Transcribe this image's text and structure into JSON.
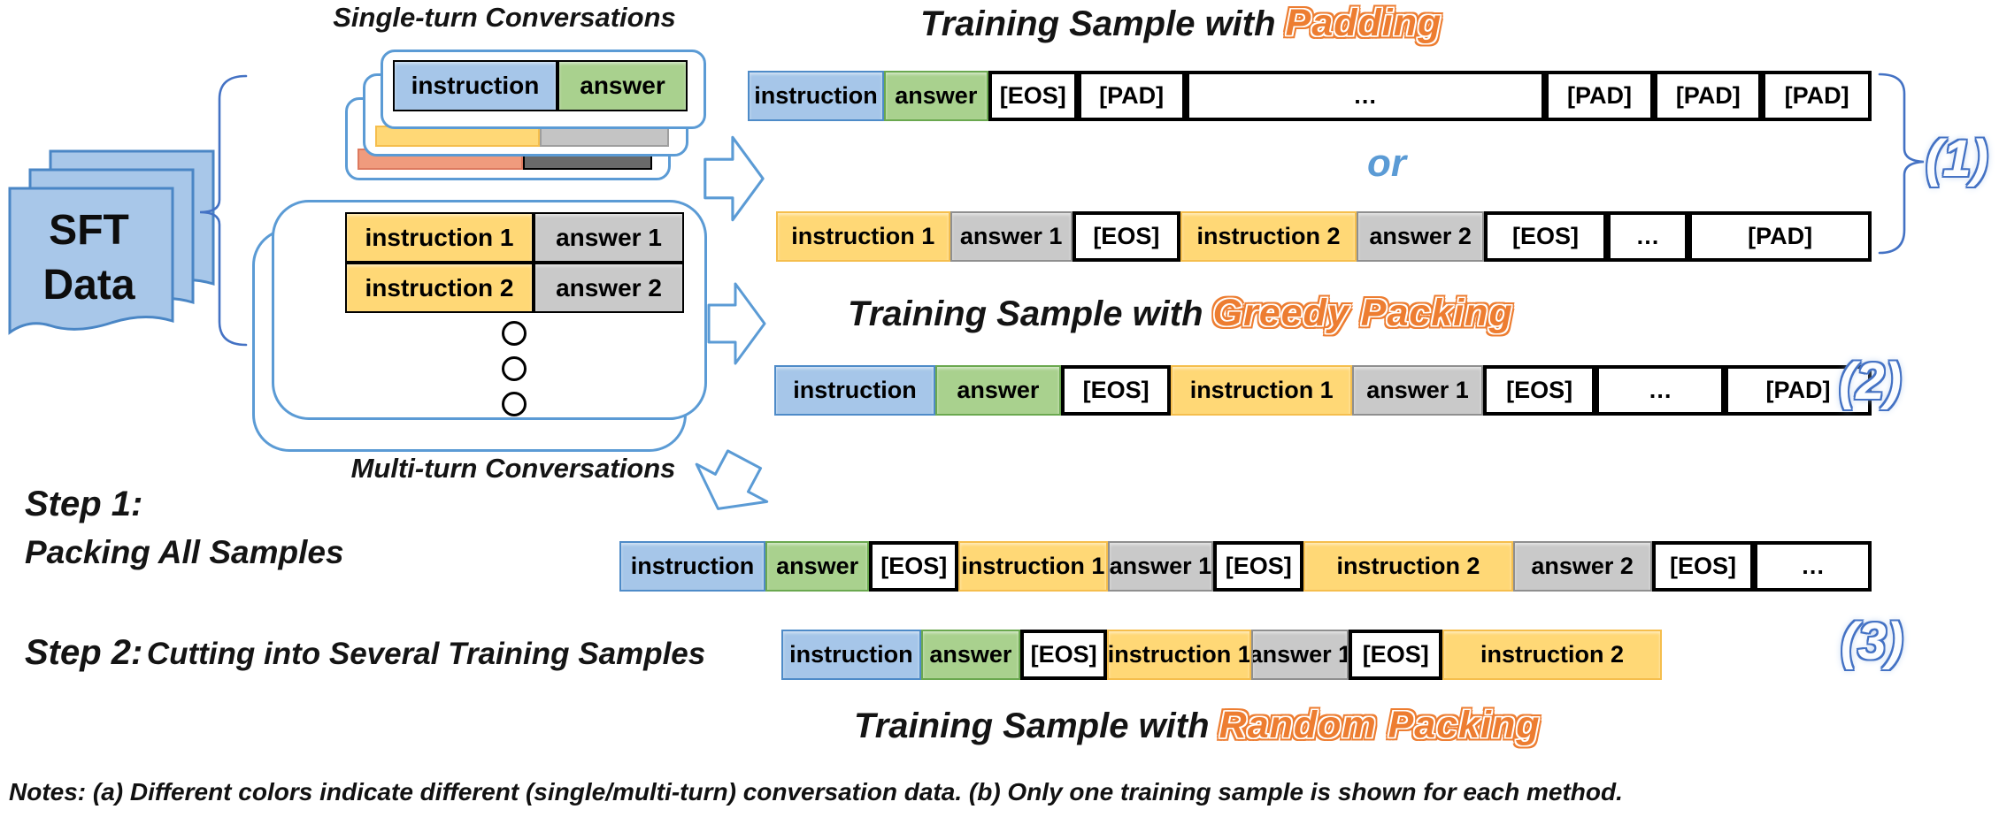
{
  "labels": {
    "single_turn": "Single-turn Conversations",
    "multi_turn": "Multi-turn Conversations",
    "sft_line1": "SFT",
    "sft_line2": "Data",
    "or_word": "or",
    "step1_title": "Step 1:",
    "step1_sub": "Packing All Samples",
    "step2_title": "Step 2:",
    "step2_sub": "Cutting into Several Training Samples",
    "notes": "Notes:  (a) Different colors indicate different (single/multi-turn) conversation data.  (b) Only one training sample is shown for each method."
  },
  "titles": {
    "padding": {
      "prefix": "Training Sample with",
      "highlight": "Padding"
    },
    "greedy": {
      "prefix": "Training Sample with",
      "highlight": "Greedy Packing"
    },
    "random": {
      "prefix": "Training Sample with",
      "highlight": "Random Packing"
    }
  },
  "markers": {
    "m1": "(1)",
    "m2": "(2)",
    "m3": "(3)"
  },
  "single_turn_card": {
    "instruction": "instruction",
    "answer": "answer"
  },
  "multi_turn_card": {
    "rows": [
      {
        "instruction": "instruction 1",
        "answer": "answer 1"
      },
      {
        "instruction": "instruction 2",
        "answer": "answer 2"
      }
    ]
  },
  "rows": {
    "padding_single": [
      {
        "label": "instruction",
        "type": "blue",
        "flex": 1.45
      },
      {
        "label": "answer",
        "type": "green",
        "flex": 1.1
      },
      {
        "label": "[EOS]",
        "type": "token",
        "flex": 0.9
      },
      {
        "label": "[PAD]",
        "type": "token",
        "flex": 1.1
      },
      {
        "label": "…",
        "type": "token",
        "flex": 3.85
      },
      {
        "label": "[PAD]",
        "type": "token",
        "flex": 1.12
      },
      {
        "label": "[PAD]",
        "type": "token",
        "flex": 1.1
      },
      {
        "label": "[PAD]",
        "type": "token",
        "flex": 1.12
      }
    ],
    "padding_multi": [
      {
        "label": "instruction 1",
        "type": "orange",
        "flex": 1.55
      },
      {
        "label": "answer 1",
        "type": "gray",
        "flex": 1.08
      },
      {
        "label": "[EOS]",
        "type": "token",
        "flex": 0.92
      },
      {
        "label": "instruction 2",
        "type": "orange",
        "flex": 1.57
      },
      {
        "label": "answer 2",
        "type": "gray",
        "flex": 1.13
      },
      {
        "label": "[EOS]",
        "type": "token",
        "flex": 1.05
      },
      {
        "label": "…",
        "type": "token",
        "flex": 0.68
      },
      {
        "label": "[PAD]",
        "type": "token",
        "flex": 1.6
      }
    ],
    "greedy": [
      {
        "label": "instruction",
        "type": "blue",
        "flex": 1.42
      },
      {
        "label": "answer",
        "type": "green",
        "flex": 1.1
      },
      {
        "label": "[EOS]",
        "type": "token",
        "flex": 0.93
      },
      {
        "label": "instruction 1",
        "type": "orange",
        "flex": 1.6
      },
      {
        "label": "answer 1",
        "type": "gray",
        "flex": 1.15
      },
      {
        "label": "[EOS]",
        "type": "token",
        "flex": 0.95
      },
      {
        "label": "…",
        "type": "token",
        "flex": 1.1
      },
      {
        "label": "[PAD]",
        "type": "token",
        "flex": 1.26
      }
    ],
    "step1_packed": [
      {
        "label": "instruction",
        "type": "blue",
        "flex": 1.42
      },
      {
        "label": "answer",
        "type": "green",
        "flex": 1.0
      },
      {
        "label": "[EOS]",
        "type": "token",
        "flex": 0.82
      },
      {
        "label": "instruction 1",
        "type": "orange",
        "flex": 1.45
      },
      {
        "label": "answer 1",
        "type": "gray",
        "flex": 1.02
      },
      {
        "label": "[EOS]",
        "type": "token",
        "flex": 0.83
      },
      {
        "label": "instruction 2",
        "type": "orange",
        "flex": 2.05
      },
      {
        "label": "answer 2",
        "type": "gray",
        "flex": 1.35
      },
      {
        "label": "[EOS]",
        "type": "token",
        "flex": 0.95
      },
      {
        "label": "…",
        "type": "token",
        "flex": 1.1
      }
    ],
    "step2_cut": [
      {
        "label": "instruction",
        "type": "blue",
        "flex": 1.45
      },
      {
        "label": "answer",
        "type": "green",
        "flex": 1.02
      },
      {
        "label": "[EOS]",
        "type": "token",
        "flex": 0.85
      },
      {
        "label": "instruction 1",
        "type": "orange",
        "flex": 1.5
      },
      {
        "label": "answer 1",
        "type": "gray",
        "flex": 1.0
      },
      {
        "label": "[EOS]",
        "type": "token",
        "flex": 0.92
      },
      {
        "label": "instruction 2",
        "type": "orange",
        "flex": 2.3
      }
    ]
  },
  "colors": {
    "accent_blue": "#5B9BD5",
    "brace_blue": "#4472C4",
    "wordart_orange": "#ED7D31",
    "cell_blue": "#A6C6E9",
    "cell_green": "#A9D18E",
    "cell_orange": "#FFD876",
    "cell_gray": "#C9C9C9",
    "cell_salmon": "#F09B7D",
    "cell_darkgray": "#6A6A6A",
    "doc_blue": "#A8C7E9"
  }
}
